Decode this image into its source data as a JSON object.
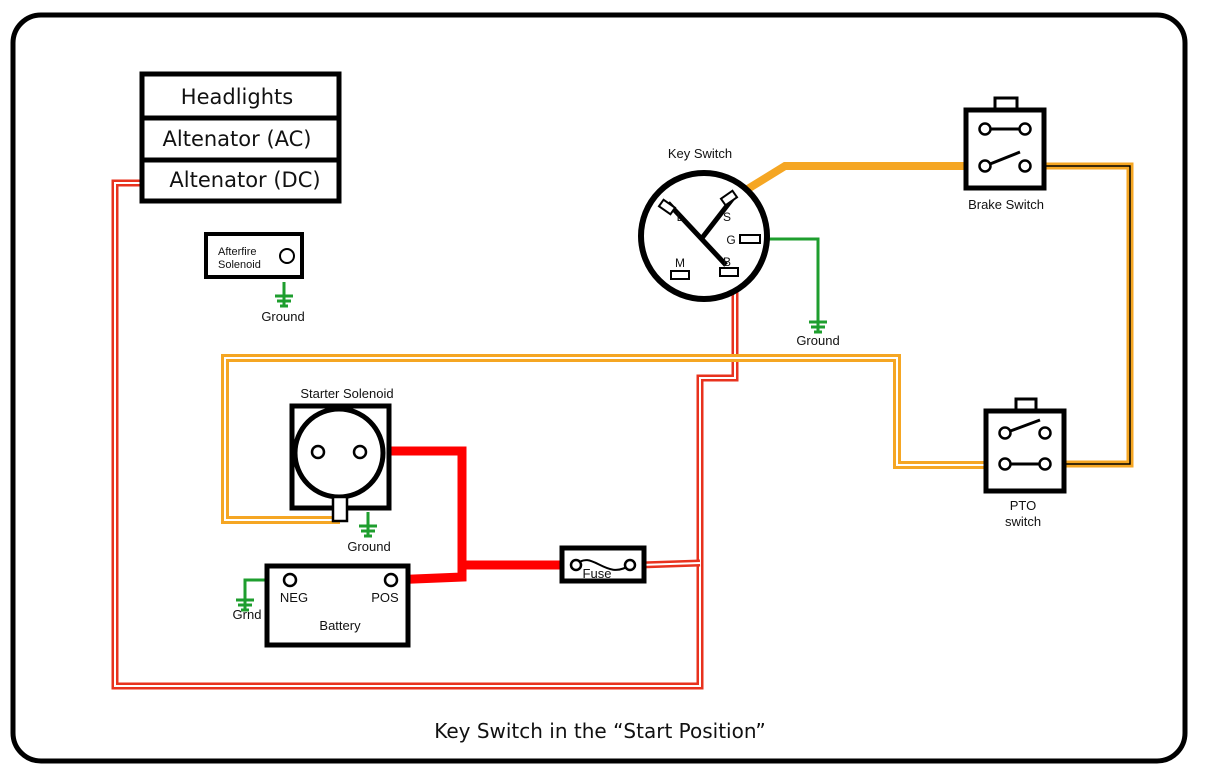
{
  "caption": "Key Switch in the “Start Position”",
  "components": {
    "headlights": "Headlights",
    "alternator_ac": "Altenator (AC)",
    "alternator_dc": "Altenator (DC)",
    "afterfire_line1": "Afterfire",
    "afterfire_line2": "Solenoid",
    "key_switch": "Key Switch",
    "brake_switch": "Brake Switch",
    "pto_line1": "PTO",
    "pto_line2": "switch",
    "starter_solenoid": "Starter Solenoid",
    "battery": "Battery",
    "fuse": "Fuse",
    "neg": "NEG",
    "pos": "POS"
  },
  "terminals": {
    "l": "L",
    "s": "S",
    "g": "G",
    "m": "M",
    "b": "B"
  },
  "grounds": {
    "afterfire": "Ground",
    "key_switch": "Ground",
    "starter": "Ground",
    "battery": "Grnd"
  },
  "colors": {
    "red_wire": "#e8321e",
    "heavy_red": "#ff0000",
    "orange_wire": "#f5a623",
    "ground_green": "#1e9e2e",
    "outline": "#000000"
  }
}
